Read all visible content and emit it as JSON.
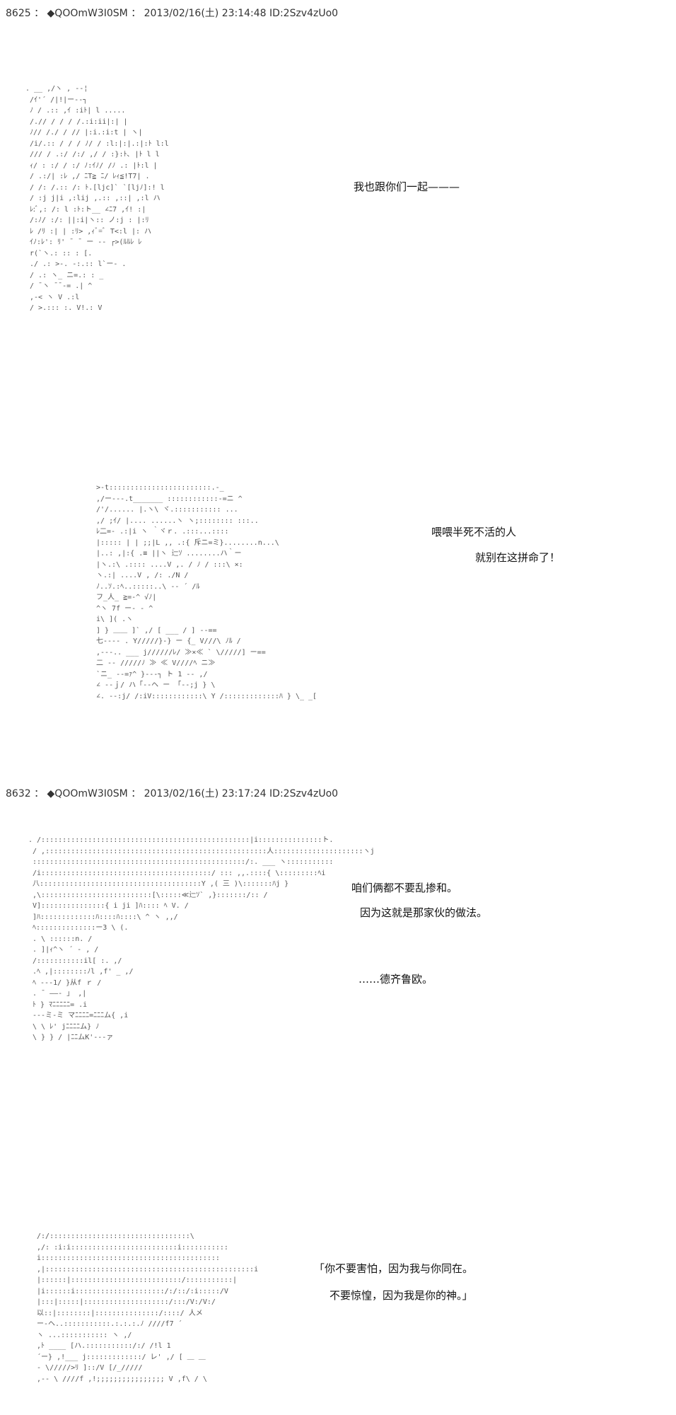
{
  "posts": [
    {
      "header": "8625 ： ◆QOOmW3I0SM ： 2013/02/16(土) 23:14:48 ID:2Szv4zUo0",
      "panels": [
        {
          "ascii": ". __ ,/ヽ , -‐¦\n /ｲ'´ /|!|ー--┐\n ﾉ / .:: ,ｲ :iﾄ| l .....\n /.// / / / /.:i:ii|:| |\n ﾉ// /./ / // |:i.:i:t | ヽ|\n /i/.:: / / / ﾉ/ / :l:|:|.:|:ﾄ l:l\n /// / .:/ /:/ ,/ / :}:ﾄ､ |ﾄ l l\n ｨ/ : :/ / :/ ﾉ:ｲﾉ/ /ﾉ .: |ﾄ:l |\n / .:/| :ﾚ ,/ ﾆT≧ ﾆ/ ﾚｨ≦!T7| .\n / /: /.:: /: ﾄ.[ljc]` `[ljﾉ]:! l\n / :j j|i ,:lij ,.:: ,::| ,:l ハ\n ﾚ:ﾞ,: /: l :ﾄ:ト__ ∠ﾆ7 ,ｲ! :|\n /:ﾉ/ :/: ||:i|ヽ:: ノ:j : |:ﾘ\n ﾚ /ﾘ :| | :ﾘ> ,ｨﾞ=ﾞ T<:l |: ハ\n ｲﾉ:ﾚ': ﾘ' ¯ ¯ ー -- ┌>(ﾙﾙﾚ ﾚ\n r(`ヽ.: :: : [.\n ./ .: >-. -:.:: l`ー- .\n / .: ヽ_ ニ=.: : _\n / ¯ヽ ¯¯‐= .| ^\n ,-< ヽ V .:l\n / >.::: :. V!.: V",
          "lines": [
            "我也跟你们一起———"
          ]
        },
        {
          "ascii": " >-t::::::::::::::::::::::::.-_\n ,/ー---.t_______ ::::::::::::-=ニ ^\n /'/...... |.ヽ\\ ヾ.::::::::::: ...\n ,/ ;ｲ/ |.... ......ヽ ヽ;:::::::: :::..\n ﾚ二=- .:|i ヽ ｀ヾｒ. .:::...::::\n |::::: | | ;;|L ,, .:{ 斥ニ=ミ}........n...\\\n |..: ,|:{ .≡ ||ヽ 辷ｿ ........ハ｀ー\n |ヽ.:\\ .:::: ....V ,. / ﾉ / :::\\ ×:\n ヽ.:| ....V , /: ./N /\n ﾉ..ｿ.:ﾍ..:::::..\\ -‐ ´ /ﾙ\n フ_人_ ≧=-^ √ﾉ|\n ^ヽ 7f ー- - ^\n i\\ ]( .ヽ\n ] } ＿＿ ]` ,/ [ ___ / ] --==\n 七---- . Y/////}-} ー {_ V///\\ ﾉﾙ /\n ,---.. ___ j//////ﾚ/ ≫×≪ ` \\/////] ー==\n 二 -- /////ﾉ ≫ ≪ V////ﾍ ニ≫\n `ニ_ --=ｧ^ }‐‐‐┐ ト 1 -- ,/\n ∠ --ｊ/ ハ「--ヘ ー 「--;j } \\\n ∠. --:j/ /:iV::::::::::::\\ Y /:::::::::::::ﾊ } \\_ _[",
          "lines": [
            "喂喂半死不活的人",
            "就别在这拼命了！"
          ]
        }
      ]
    },
    {
      "header": "8632 ： ◆QOOmW3I0SM ： 2013/02/16(土) 23:17:24 ID:2Szv4zUo0",
      "panels": [
        {
          "ascii": ". /:::::::::::::::::::::::::::::::::::::::::::::::::|i:::::::::::::::ト.\n / ,::::::::::::::::::::::::::::::::::::::::::::::::::::人:::::::::::::::::::::ヽj\n ::::::::::::::::::::::::::::::::::::::::::::::::::/:. ___ ヽ:::::::::::\n /i::::::::::::::::::::::::::::::::::::::::/ ::: ,,.::::{ \\:::::::::ﾍi\n 八::::::::::::::::::::::::::::::::::::::Y ,( 三 )\\:::::::ﾊj }\n ,\\::::::::::::::::::::::::::[\\:::::≪辷ｿ` ,}:::::::/:: /\n V]:::::::::::::::{ i ji ]ﾊ:::: ﾍ V. /\n ]ﾊ:::::::::::::ﾊ::::ﾊ::::\\ ^ ヽ ,,/\n ﾍ::::::::::::::ー3 \\ (.\n . \\ ::::::n. /\n . ]|ｨ^ヽ ´ - , /\n /:::::::::::il[ :. ,/\n .ﾍ ,|::::::::ﾉl ,f' _ ,/\n ﾍ --‐1/ }从f ｒ /\n . ¯ ――‐ 」 ,|\n ﾄ } ﾏﾆﾆﾆﾆﾆ= .i\n ---ミ-ミ マﾆﾆﾆﾆ=ﾆﾆﾆム{ ,i\n \\ \\ ﾚ' jﾆﾆﾆﾆム} ﾉ\n \\ } } / |ﾆﾆムK'---ァ",
          "lines": [
            "咱们俩都不要乱掺和。",
            "因为这就是那家伙的做法。",
            "……德齐鲁欧。"
          ]
        },
        {
          "ascii": " /:/:::::::::::::::::::::::::::::::::\\\n ,/: :i:i:::::::::::::::::::::::::i:::::::::::\n i::::::::::::::::::::::::::::::::::::::::::\n ,|:::::::::::::::::::::::::::::::::::::::::::::::::i\n |::::::|::::::::::::::::::::::::::/:::::::::::|\n |i::::::i:::::::::::::::::::::/:/::/:i:::::/V\n |:::|:::::|::::::::::::::::::::/:::/V:/V:/\n 以::|::::::::|:::::::::::::::/::::/ 人メ\n ー-ヘ..:::::::::::.:.:.:.ﾉ ////f7 ´\n ヽ ...::::::::::: ヽ ,/\n ,ﾄ ____ [ハ.:::::::::::/:/ /!l 1\n ´ー} ,!___ j:::::::::::::/ レ' ,/ [ ＿ ＿\n ‐ \\/////>ﾘ ]::/V [/_/////\n ,-- \\ ////f ,!;;;;;;;;;;;;;;;; V ,f\\ / \\",
          "lines": [
            "「你不要害怕，因为我与你同在。",
            "不要惊惶，因为我是你的神。」"
          ]
        }
      ]
    }
  ]
}
